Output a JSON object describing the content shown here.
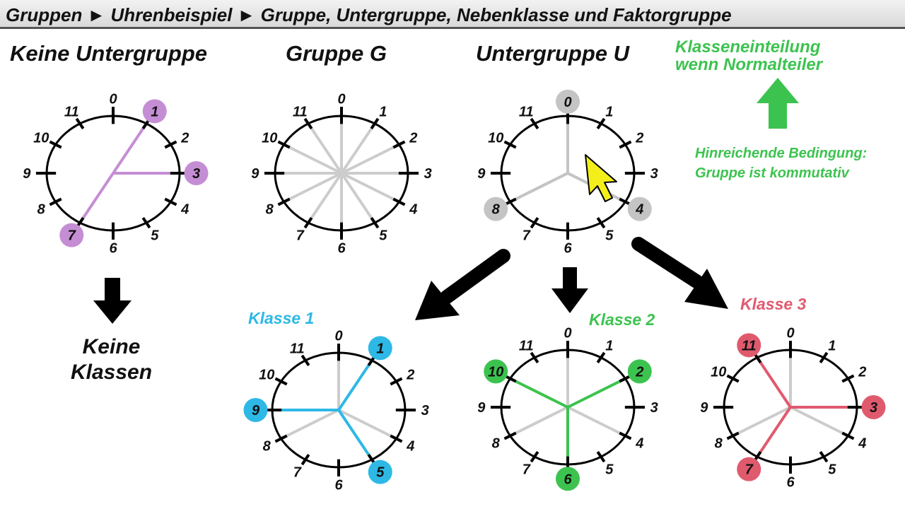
{
  "breadcrumb": {
    "text": "Gruppen ► Uhrenbeispiel ► Gruppe, Untergruppe, Nebenklasse und Faktorgruppe"
  },
  "titles": {
    "keine_untergruppe": "Keine Untergruppe",
    "gruppe_g": "Gruppe G",
    "untergruppe_u": "Untergruppe U"
  },
  "notes": {
    "klasseneinteilung_line1": "Klasseneinteilung",
    "klasseneinteilung_line2": "wenn Normalteiler",
    "bedingung_line1": "Hinreichende Bedingung:",
    "bedingung_line2": "Gruppe ist kommutativ"
  },
  "keine_klassen": {
    "line1": "Keine",
    "line2": "Klassen"
  },
  "klassen_labels": {
    "k1": "Klasse 1",
    "k2": "Klasse 2",
    "k3": "Klasse 3"
  },
  "clock_numbers": [
    "0",
    "1",
    "2",
    "3",
    "4",
    "5",
    "6",
    "7",
    "8",
    "9",
    "10",
    "11"
  ],
  "colors": {
    "purple": "#c58ed4",
    "gray_spoke": "#cccccc",
    "gray_dot": "#c4c4c4",
    "blue": "#2eb8e6",
    "green": "#3cc34f",
    "red": "#e05a6e",
    "cursor": "#f4ef1a"
  },
  "clocks": [
    {
      "id": "keine",
      "highlight": [
        1,
        3,
        7
      ],
      "color": "purple",
      "spokes_gray": []
    },
    {
      "id": "gruppe",
      "highlight": [],
      "color": "gray_spoke",
      "spokes_gray": [
        0,
        1,
        2,
        3,
        4,
        5,
        6,
        7,
        8,
        9,
        10,
        11
      ]
    },
    {
      "id": "untergruppe",
      "highlight": [
        0,
        4,
        8
      ],
      "color": "gray_dot",
      "spokes_gray": [
        0,
        4,
        8
      ]
    },
    {
      "id": "klasse1",
      "highlight": [
        1,
        5,
        9
      ],
      "color": "blue",
      "spokes_gray": [
        0,
        4,
        8
      ]
    },
    {
      "id": "klasse2",
      "highlight": [
        2,
        6,
        10
      ],
      "color": "green",
      "spokes_gray": [
        0,
        4,
        8
      ]
    },
    {
      "id": "klasse3",
      "highlight": [
        3,
        7,
        11
      ],
      "color": "red",
      "spokes_gray": [
        0,
        4,
        8
      ]
    }
  ]
}
